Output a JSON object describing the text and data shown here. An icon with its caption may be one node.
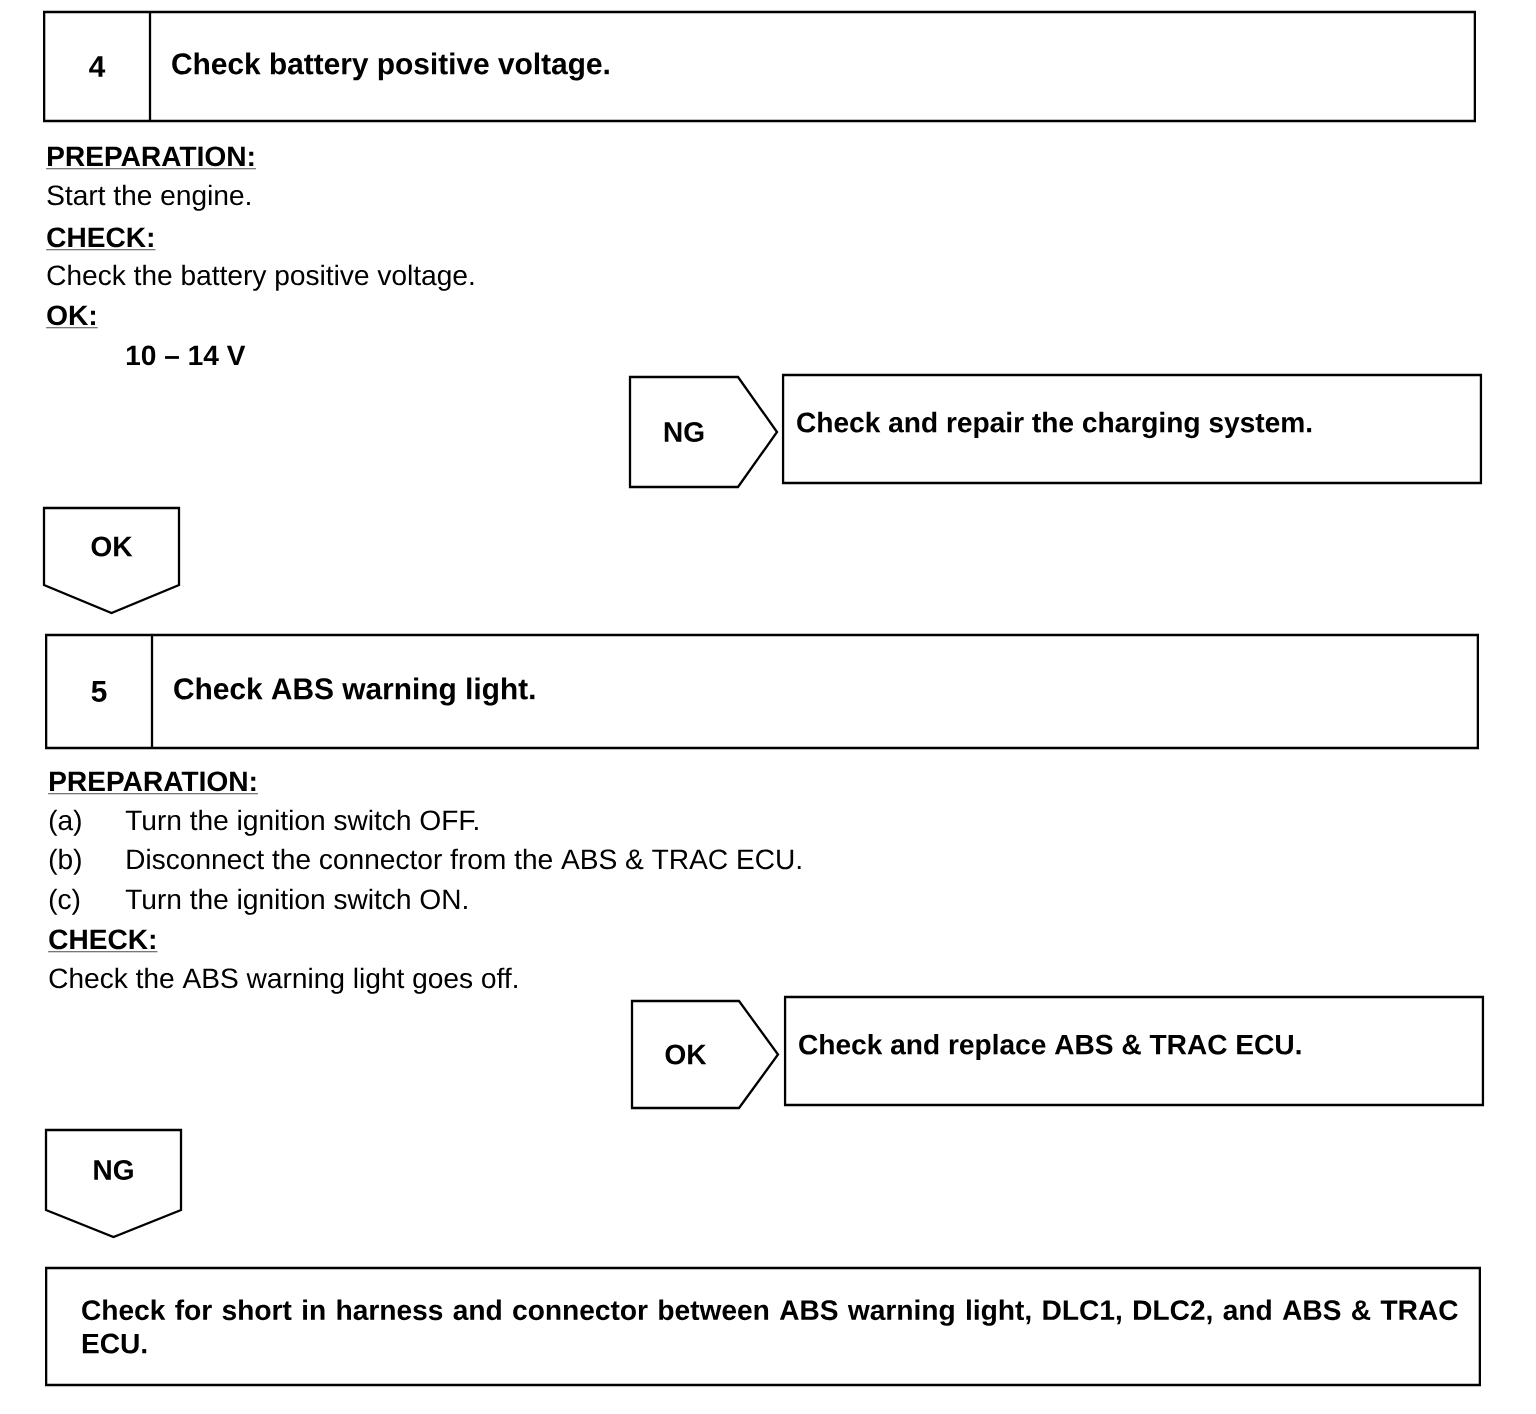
{
  "diagram": {
    "nodes": [
      {
        "text": [
          "4",
          "Check battery positive voltage."
        ]
      },
      {
        "text": [
          "NG"
        ]
      },
      {
        "text": [
          "Check and repair the charging system."
        ]
      },
      {
        "text": [
          "OK"
        ]
      },
      {
        "text": [
          "5",
          "Check ABS warning light."
        ]
      },
      {
        "text": [
          "OK"
        ]
      },
      {
        "text": [
          "Check and replace ABS & TRAC ECU."
        ]
      },
      {
        "text": [
          "NG"
        ]
      },
      {
        "text": [
          "Check for short in harness and connector between ABS warning light, DLC1, DLC2, and ABS & TRAC ECU."
        ]
      }
    ],
    "labels": [
      "PREPARATION:",
      "Start the engine.",
      "CHECK:",
      "Check the battery positive voltage.",
      "OK:",
      "10 – 14 V",
      "PREPARATION:",
      "(a)",
      "Turn the ignition switch OFF.",
      "(b)",
      "Disconnect the connector from the ABS & TRAC ECU.",
      "(c)",
      "Turn the ignition switch ON.",
      "CHECK:",
      "Check the ABS warning light goes off."
    ]
  }
}
